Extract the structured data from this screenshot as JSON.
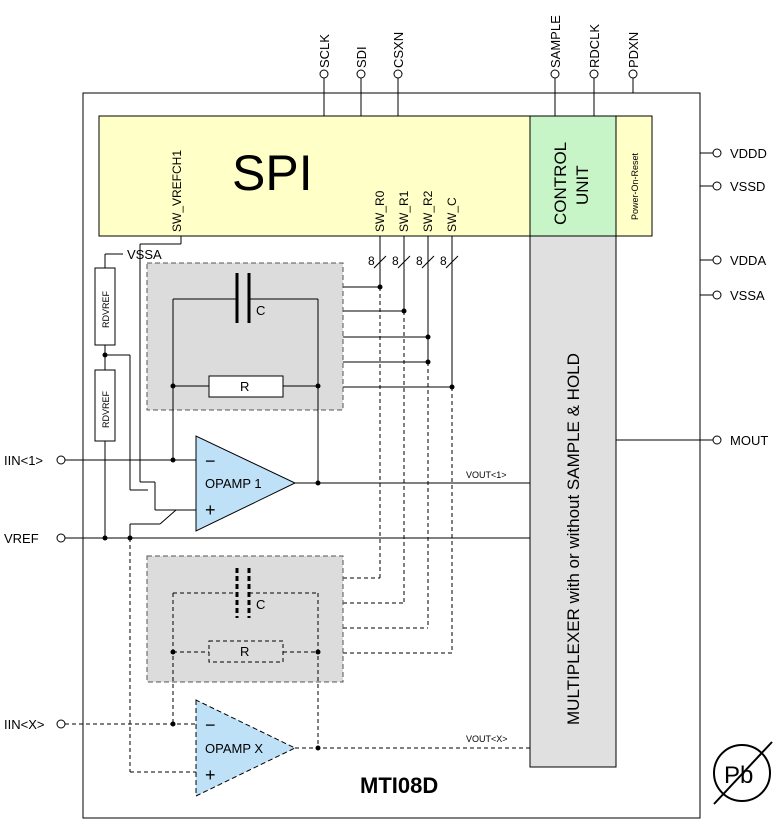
{
  "chip_name": "MTI08D",
  "top_pins": [
    "SCLK",
    "SDI",
    "CSXN",
    "SAMPLE",
    "RDCLK",
    "PDXN"
  ],
  "right_pins": [
    "VDDD",
    "VSSD",
    "VDDA",
    "VSSA",
    "MOUT"
  ],
  "left_pins": [
    "IIN<1>",
    "VREF",
    "IIN<X>"
  ],
  "blocks": {
    "spi": "SPI",
    "control_unit_line1": "CONTROL",
    "control_unit_line2": "UNIT",
    "power_on_reset": "Power-On-Reset",
    "multiplexer": "MULTIPLEXER with or without SAMPLE & HOLD"
  },
  "spi_signals": [
    "SW_VREFCH1",
    "SW_R0",
    "SW_R1",
    "SW_R2",
    "SW_C"
  ],
  "bus_width": "8",
  "divider": {
    "supply": "VSSA",
    "resistor_upper": "RDVREF",
    "resistor_lower": "RDVREF"
  },
  "channel_1": {
    "capacitor": "C",
    "resistor": "R",
    "opamp": "OPAMP 1",
    "output": "VOUT<1>",
    "minus": "−",
    "plus": "+"
  },
  "channel_x": {
    "capacitor": "C",
    "resistor": "R",
    "opamp": "OPAMP X",
    "output": "VOUT<X>",
    "minus": "−",
    "plus": "+"
  },
  "pb_free_mark": "Pb",
  "colors": {
    "spi": "#ffffc8",
    "control": "#c8f5c8",
    "por": "#ffffc8",
    "mux": "#e0e0e0",
    "feedback": "#dcdcdc",
    "opamp": "#bfe1f7"
  }
}
